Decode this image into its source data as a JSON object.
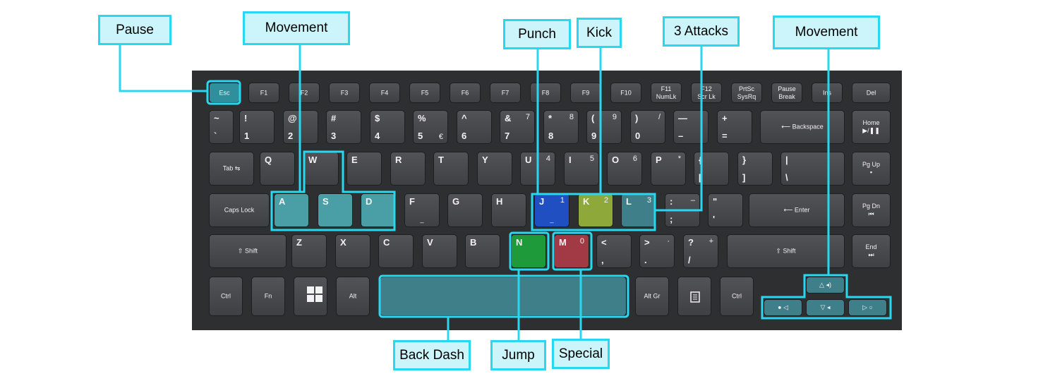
{
  "callouts": {
    "pause": "Pause",
    "movement_left": "Movement",
    "punch": "Punch",
    "kick": "Kick",
    "three_attacks": "3 Attacks",
    "movement_right": "Movement",
    "back_dash": "Back Dash",
    "jump": "Jump",
    "special": "Special"
  },
  "highlight_colors": {
    "outline": "#29d8f0",
    "movement_zone": "#4a9ea6",
    "punch_key": "#1f4fc0",
    "kick_key": "#8fa83a",
    "jump_key": "#1f9a3a",
    "special_key": "#a23a45",
    "attack_zone": "#3f7f8a"
  },
  "keys": {
    "esc": "Esc",
    "f1": "F1",
    "f2": "F2",
    "f3": "F3",
    "f4": "F4",
    "f5": "F5",
    "f6": "F6",
    "f7": "F7",
    "f8": "F8",
    "f9": "F9",
    "f10": "F10",
    "f11": "F11\nNumLk",
    "f12": "F12\nScr Lk",
    "prtsc": "PrtSc\nSysRq",
    "pause": "Pause\nBreak",
    "ins": "Ins",
    "del": "Del",
    "tilde": "~",
    "grave": "`",
    "n1_top": "!",
    "n1": "1",
    "n2_top": "@",
    "n2": "2",
    "n3_top": "#",
    "n3": "3",
    "n4_top": "$",
    "n4": "4",
    "n5_top": "%",
    "n5": "5",
    "euro": "€",
    "n6_top": "^",
    "n6": "6",
    "n7_top": "&",
    "n7": "7",
    "n7_r": "7",
    "n8_top": "*",
    "n8": "8",
    "n8_r": "8",
    "n9_top": "(",
    "n9": "9",
    "n9_r": "9",
    "n0_top": ")",
    "n0": "0",
    "n0_r": "/",
    "minus_top": "—",
    "minus": "–",
    "eq_top": "+",
    "eq": "=",
    "backspace": "⟵ Backspace",
    "home": "Home\n▶/❚❚",
    "tab": "Tab ⇆",
    "q": "Q",
    "w": "W",
    "e": "E",
    "r": "R",
    "t": "T",
    "y": "Y",
    "u": "U",
    "u_r": "4",
    "i": "I",
    "i_r": "5",
    "o": "O",
    "o_r": "6",
    "p": "P",
    "p_r": "*",
    "lbr_top": "{",
    "lbr": "[",
    "rbr_top": "}",
    "rbr": "]",
    "pipe_top": "|",
    "pipe": "\\",
    "pgup": "Pg Up\n▪",
    "caps": "Caps Lock",
    "a": "A",
    "s": "S",
    "d": "D",
    "f": "F",
    "f_bar": "_",
    "g": "G",
    "h": "H",
    "j": "J",
    "j_r": "1",
    "j_bar": "_",
    "k": "K",
    "k_r": "2",
    "l": "L",
    "l_r": "3",
    "semi_top": ":",
    "semi": ";",
    "semi_r": "–",
    "quote_top": "\"",
    "quote": "'",
    "enter": "⟵ Enter",
    "pgdn": "Pg Dn\n⏮",
    "shift_l": "⇧ Shift",
    "z": "Z",
    "x": "X",
    "c": "C",
    "v": "V",
    "b": "B",
    "n": "N",
    "m": "M",
    "m_r": "0",
    "comma_top": "<",
    "comma": ",",
    "period_top": ">",
    "period": ".",
    "period_r": "·",
    "slash_top": "?",
    "slash": "/",
    "slash_r": "+",
    "shift_r": "⇧ Shift",
    "end": "End\n⏭",
    "ctrl_l": "Ctrl",
    "fn": "Fn",
    "alt": "Alt",
    "altgr": "Alt Gr",
    "ctrl_r": "Ctrl",
    "up": "△ ◂)",
    "left": "● ◁",
    "down": "▽ ◂",
    "right": "▷ ○"
  }
}
